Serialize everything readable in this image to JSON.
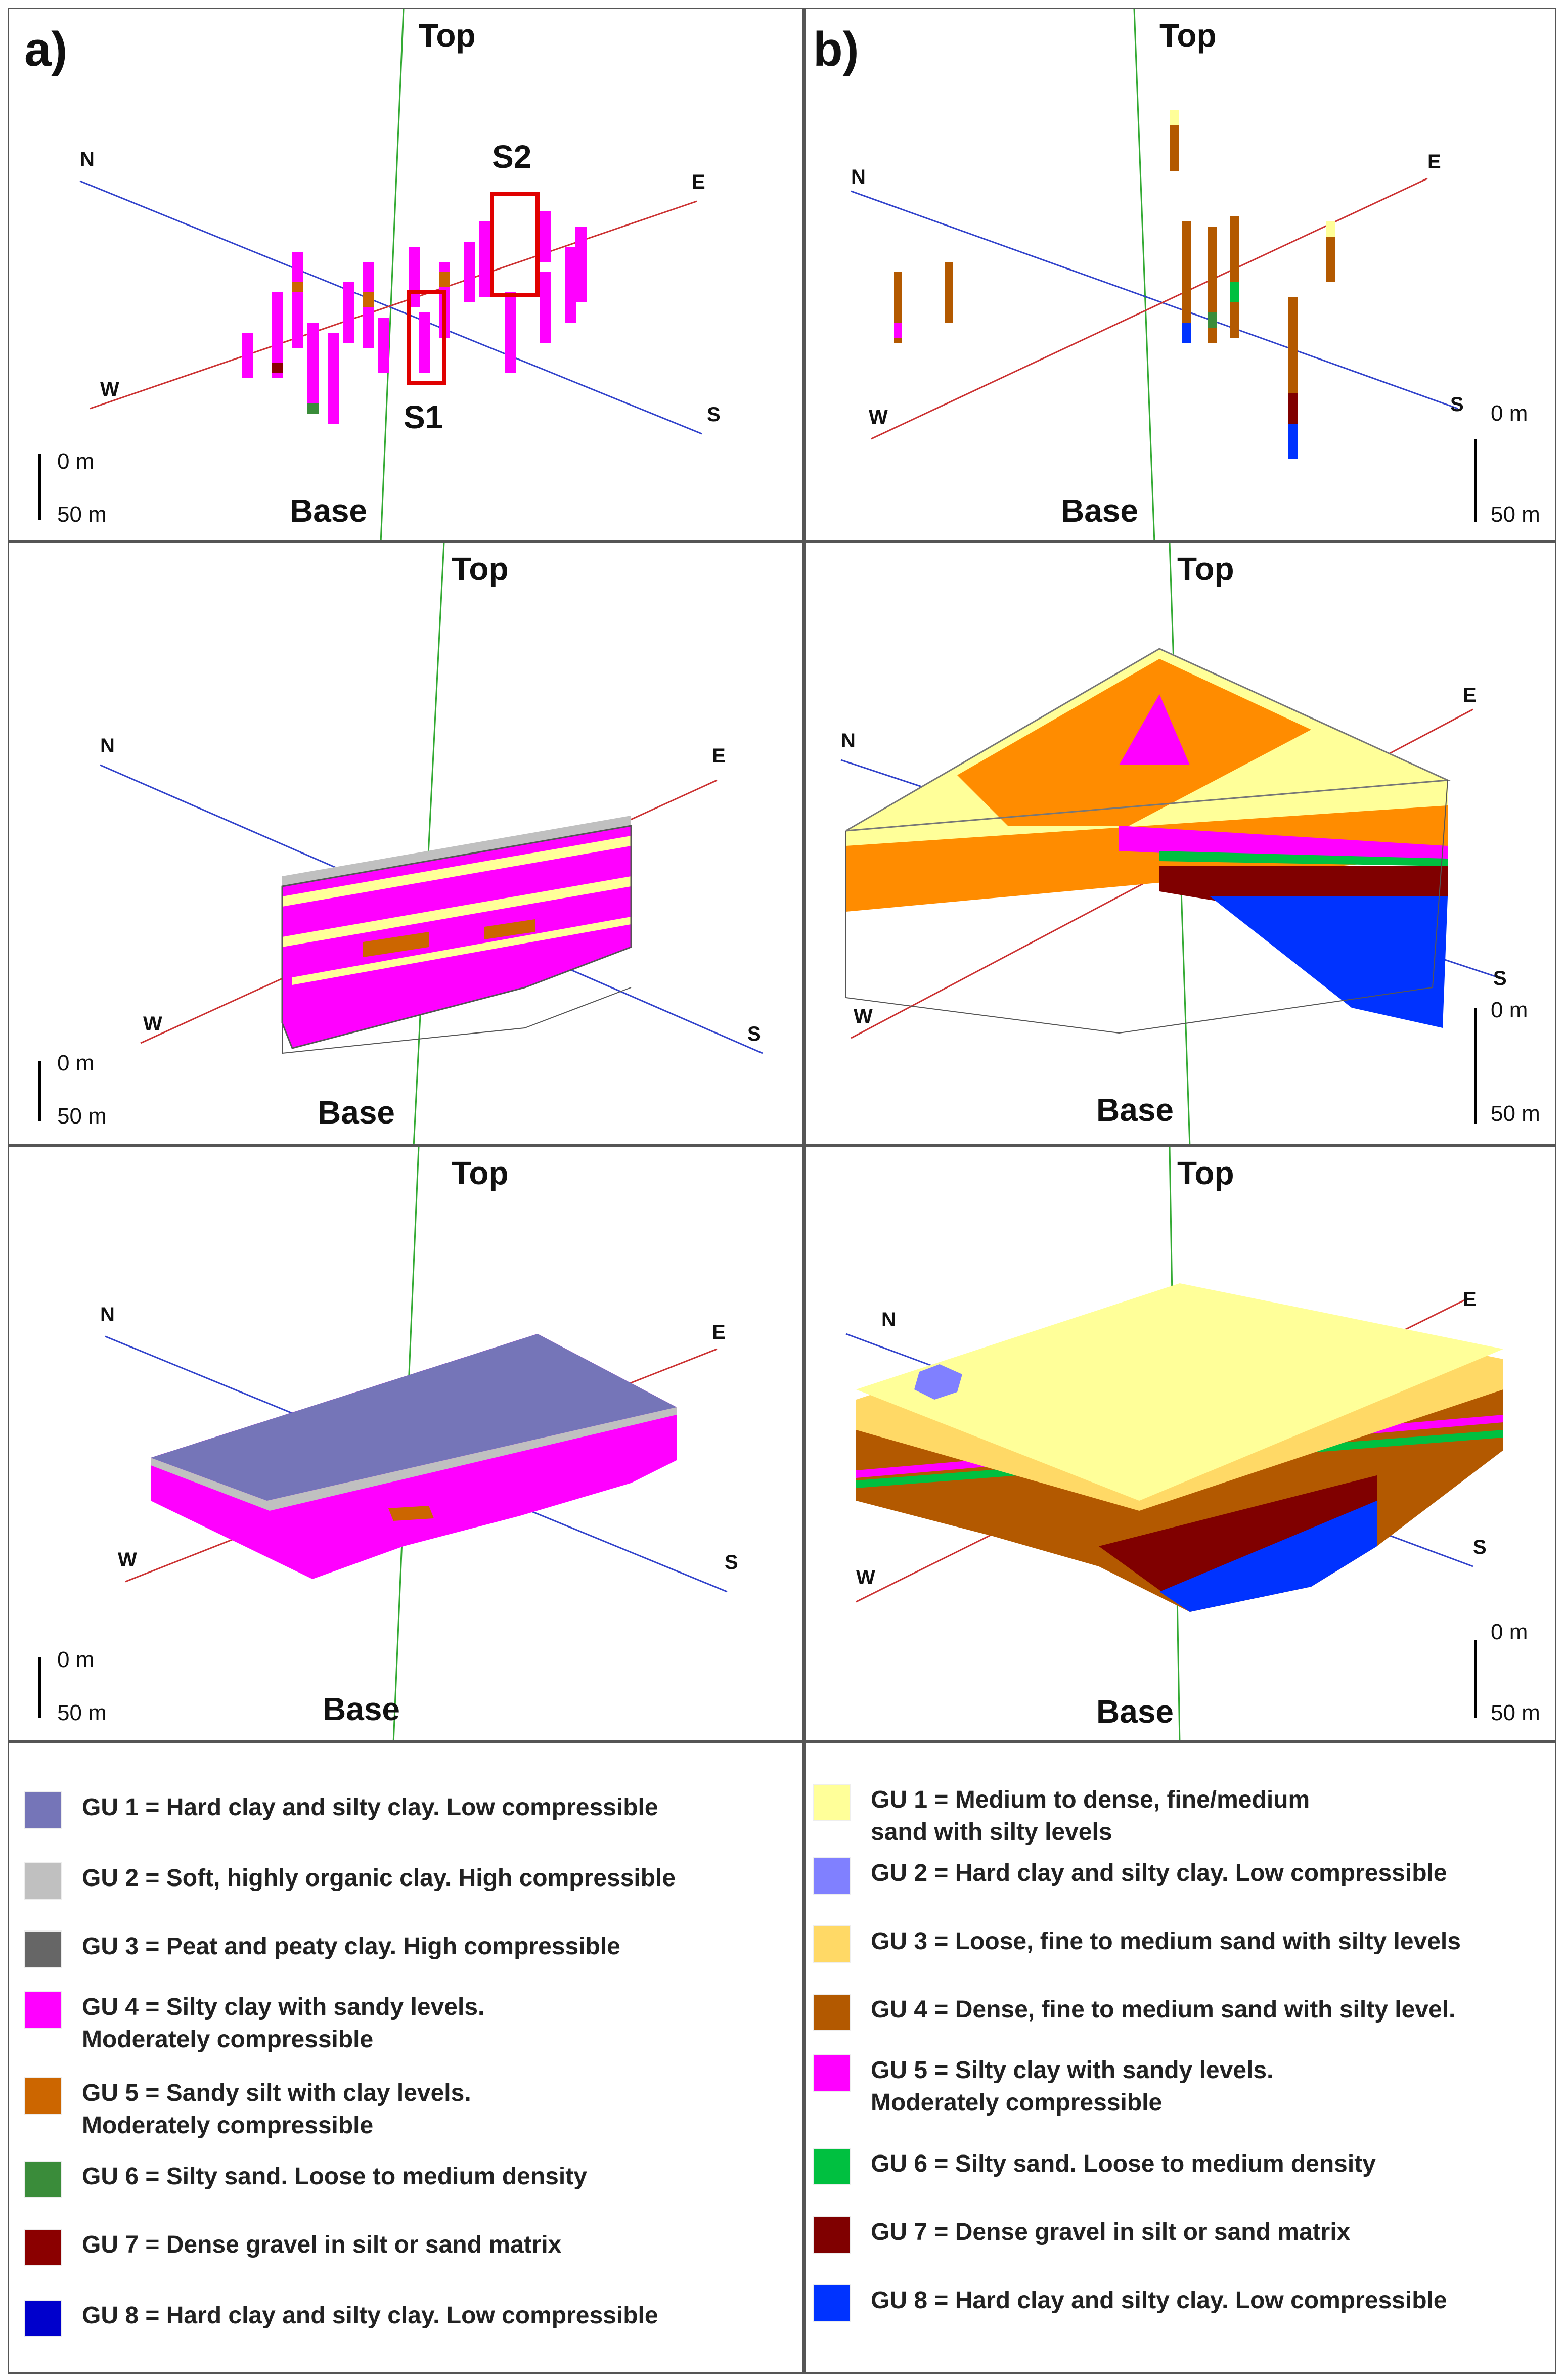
{
  "panel_labels": {
    "a": "a)",
    "b": "b)"
  },
  "axis": {
    "top": "Top",
    "base": "Base",
    "north": "N",
    "south": "S",
    "east": "E",
    "west": "W"
  },
  "scale": {
    "zero": "0 m",
    "fifty": "50 m"
  },
  "sections": {
    "s1": "S1",
    "s2": "S2"
  },
  "colors": {
    "a_gu1": "#7575B8",
    "a_gu2": "#C0C0C0",
    "a_gu3": "#666666",
    "a_gu4": "#FF00FF",
    "a_gu5": "#CC6600",
    "a_gu6": "#3A8C3A",
    "a_gu7": "#8B0000",
    "a_gu8": "#0000CC",
    "b_gu1": "#FFFF99",
    "b_gu2": "#8080FF",
    "b_gu3": "#FFD966",
    "b_gu4": "#B35900",
    "b_gu5": "#FF00FF",
    "b_gu6": "#00C040",
    "b_gu7": "#800000",
    "b_gu8": "#0033FF",
    "n_axis": "#3344CC",
    "e_axis": "#CC3333",
    "v_axis": "#33AA33"
  },
  "legend_a": [
    {
      "color": "#7575B8",
      "text": "GU 1 = Hard clay and silty clay. Low compressible"
    },
    {
      "color": "#C0C0C0",
      "text": "GU 2 = Soft, highly organic clay. High compressible"
    },
    {
      "color": "#666666",
      "text": "GU 3 = Peat and peaty clay. High compressible"
    },
    {
      "color": "#FF00FF",
      "text": "GU 4 = Silty clay with sandy levels.\nModerately compressible"
    },
    {
      "color": "#CC6600",
      "text": "GU 5 = Sandy silt with clay levels.\nModerately compressible"
    },
    {
      "color": "#3A8C3A",
      "text": "GU 6 = Silty sand. Loose to  medium density"
    },
    {
      "color": "#8B0000",
      "text": "GU 7 = Dense gravel in silt or sand matrix"
    },
    {
      "color": "#0000CC",
      "text": "GU 8 = Hard clay and silty clay. Low compressible"
    }
  ],
  "legend_b": [
    {
      "color": "#FFFF99",
      "text": "GU 1 = Medium to dense, fine/medium\nsand with silty levels"
    },
    {
      "color": "#8080FF",
      "text": "GU 2 = Hard clay and silty clay. Low compressible"
    },
    {
      "color": "#FFD966",
      "text": "GU 3 = Loose, fine to medium sand with silty levels"
    },
    {
      "color": "#B35900",
      "text": "GU 4 = Dense, fine to medium sand with silty level."
    },
    {
      "color": "#FF00FF",
      "text": "GU 5 = Silty clay with sandy levels.\nModerately compressible"
    },
    {
      "color": "#00C040",
      "text": "GU 6 = Silty sand. Loose to  medium density"
    },
    {
      "color": "#800000",
      "text": "GU 7 = Dense gravel in silt or sand matrix"
    },
    {
      "color": "#0033FF",
      "text": "GU 8 = Hard clay and silty clay. Low compressible"
    }
  ]
}
